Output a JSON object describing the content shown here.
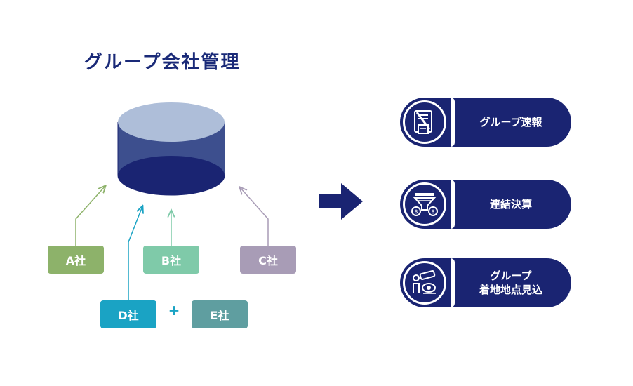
{
  "title": "グループ会社管理",
  "companies": {
    "a": {
      "label": "A社",
      "color": "#8db26a"
    },
    "b": {
      "label": "B社",
      "color": "#7fcaa9"
    },
    "c": {
      "label": "C社",
      "color": "#a89cb6"
    },
    "d": {
      "label": "D社",
      "color": "#1aa3c4"
    },
    "e": {
      "label": "E社",
      "color": "#5f9ea0"
    }
  },
  "plus_symbol": "+",
  "outputs": [
    {
      "line1": "グループ速報",
      "line2": "",
      "icon": "report-document-icon"
    },
    {
      "line1": "連結決算",
      "line2": "",
      "icon": "funnel-money-icon"
    },
    {
      "line1": "グループ",
      "line2": "着地地点見込",
      "icon": "forecast-telescope-icon"
    }
  ],
  "colors": {
    "navy": "#1a2472",
    "cylinder_top": "#aebed9",
    "cylinder_body": "#3d4f8e"
  }
}
